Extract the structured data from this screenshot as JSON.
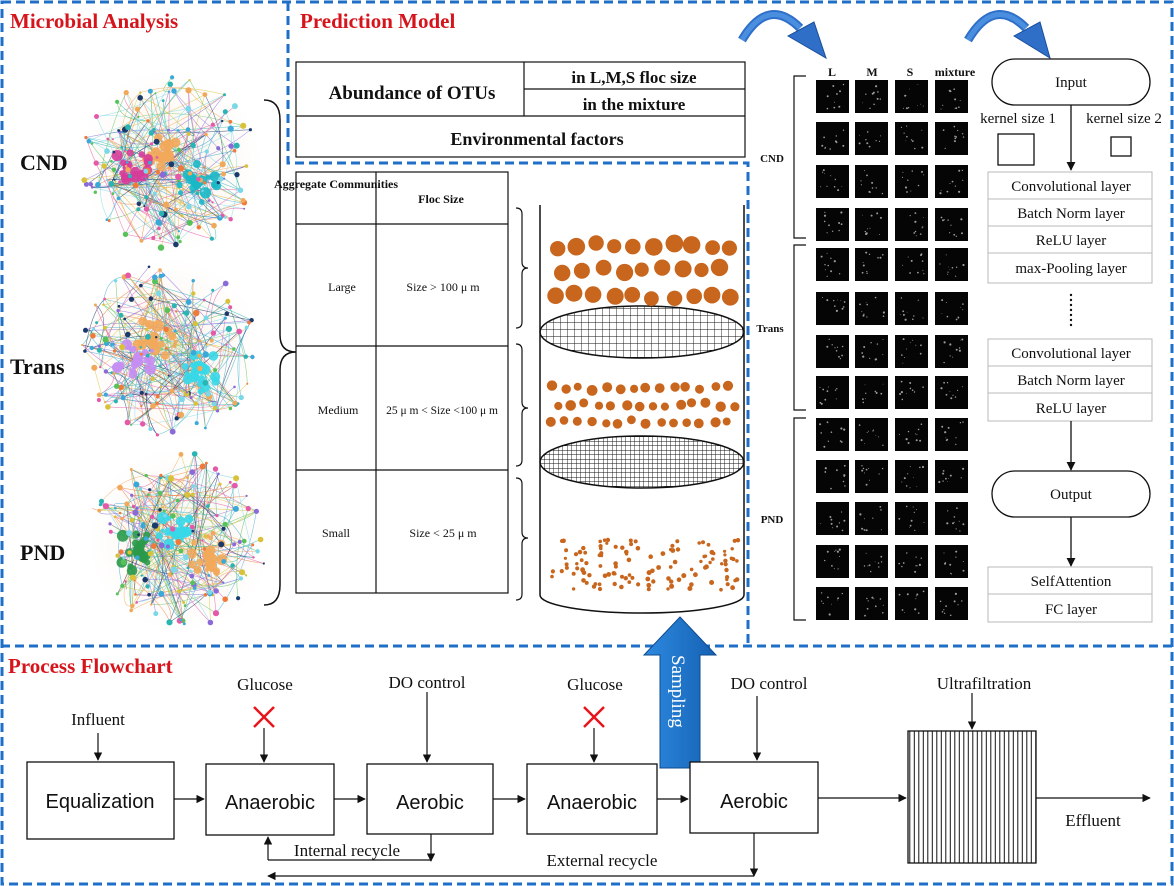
{
  "sections": {
    "microbial": "Microbial Analysis",
    "prediction": "Prediction Model",
    "process": "Process Flowchart"
  },
  "networks": [
    {
      "label": "CND",
      "hubs": [
        "#f2a85a",
        "#18b8c6",
        "#d63c9a"
      ]
    },
    {
      "label": "Trans",
      "hubs": [
        "#f2a85a",
        "#36d8e8",
        "#c58ef2"
      ]
    },
    {
      "label": "PND",
      "hubs": [
        "#36d8e8",
        "#f2a85a",
        "#2a9a4a"
      ]
    }
  ],
  "inputs_table": {
    "row1_label": "Abundance of OTUs",
    "row1_a": "in L,M,S floc size",
    "row1_b": "in the mixture",
    "row2": "Environmental factors"
  },
  "floc_table": {
    "headers": [
      "Aggregate Communities",
      "Floc Size"
    ],
    "rows": [
      {
        "name": "Large",
        "size": "Size > 100 μ m"
      },
      {
        "name": "Medium",
        "size": "25 μ m < Size <100 μ m"
      },
      {
        "name": "Small",
        "size": "Size < 25 μ m"
      }
    ]
  },
  "image_grid": {
    "columns": [
      "L",
      "M",
      "S",
      "mixture"
    ],
    "groups": [
      "CND",
      "Trans",
      "PND"
    ]
  },
  "cnn": {
    "input": "Input",
    "kernel1": "kernel size 1",
    "kernel2": "kernel size 2",
    "block1": [
      "Convolutional layer",
      "Batch Norm layer",
      "ReLU layer",
      "max-Pooling layer"
    ],
    "block2": [
      "Convolutional layer",
      "Batch Norm layer",
      "ReLU layer"
    ],
    "output": "Output",
    "block3": [
      "SelfAttention",
      "FC layer"
    ]
  },
  "sampling": "Sampling",
  "process": {
    "influent": "Influent",
    "units": [
      "Equalization",
      "Anaerobic",
      "Aerobic",
      "Anaerobic",
      "Aerobic"
    ],
    "glucose": "Glucose",
    "do_control": "DO control",
    "ultrafiltration": "Ultrafiltration",
    "effluent": "Effluent",
    "internal_recycle": "Internal recycle",
    "external_recycle": "External recycle"
  },
  "colors": {
    "border": "#1f6fc8",
    "title": "#d6141c",
    "floc": "#c8661e",
    "cross": "#e8141c",
    "arrow": "#1a74c8"
  }
}
